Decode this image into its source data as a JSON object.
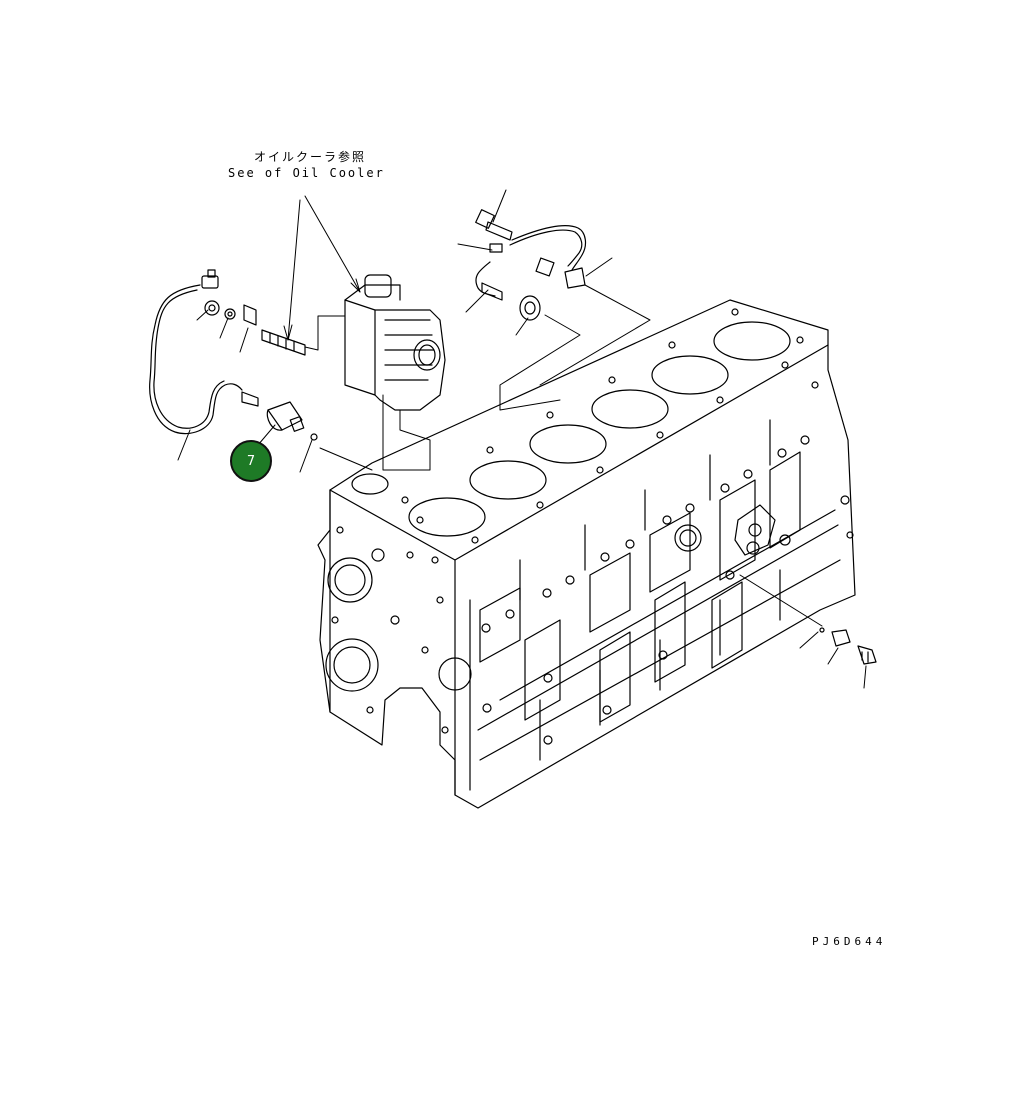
{
  "annotation": {
    "jp": "オイルクーラ参照",
    "en": "See of Oil Cooler"
  },
  "callout": {
    "number": "7",
    "color": "#1e7a26"
  },
  "drawing_code": "PJ6D644"
}
